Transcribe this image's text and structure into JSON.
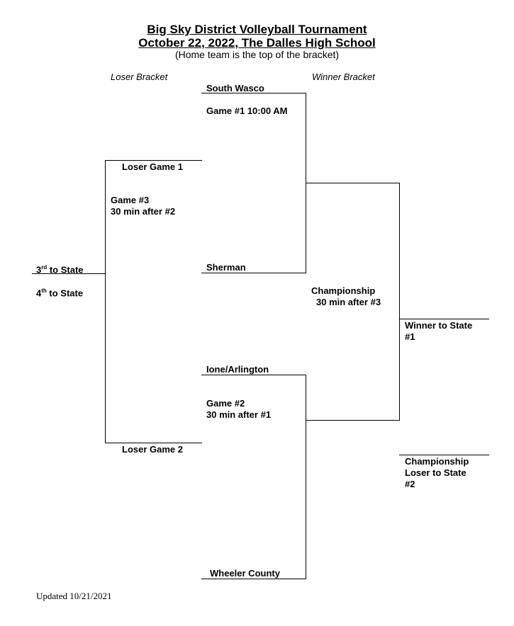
{
  "header": {
    "title_line1": "Big Sky District Volleyball Tournament",
    "title_line2": "October 22, 2022, The Dalles High School",
    "note": "(Home team is the top of the bracket)",
    "loser_bracket": "Loser Bracket",
    "winner_bracket": "Winner Bracket"
  },
  "winner_bracket": {
    "game1": {
      "top_team": "South Wasco",
      "label": "Game #1 10:00 AM",
      "bottom_team": "Sherman"
    },
    "game2": {
      "top_team": "Ione/Arlington",
      "label_line1": "Game #2",
      "label_line2": "30 min after #1",
      "bottom_team": "Wheeler County"
    },
    "championship": {
      "label_line1": "Championship",
      "label_line2": "30 min after #3"
    },
    "winner": {
      "line1": "Winner to State",
      "line2": "#1"
    },
    "loser": {
      "line1": "Championship",
      "line2": "Loser to State",
      "line3": "#2"
    }
  },
  "loser_bracket": {
    "top": "Loser Game 1",
    "label_line1": "Game #3",
    "label_line2": "30 min after #2",
    "bottom": "Loser Game 2",
    "third_num": "3",
    "third_sup": "rd",
    "third_rest": " to State",
    "fourth_num": "4",
    "fourth_sup": "th",
    "fourth_rest": " to State"
  },
  "footer": {
    "updated": "Updated 10/21/2021"
  }
}
